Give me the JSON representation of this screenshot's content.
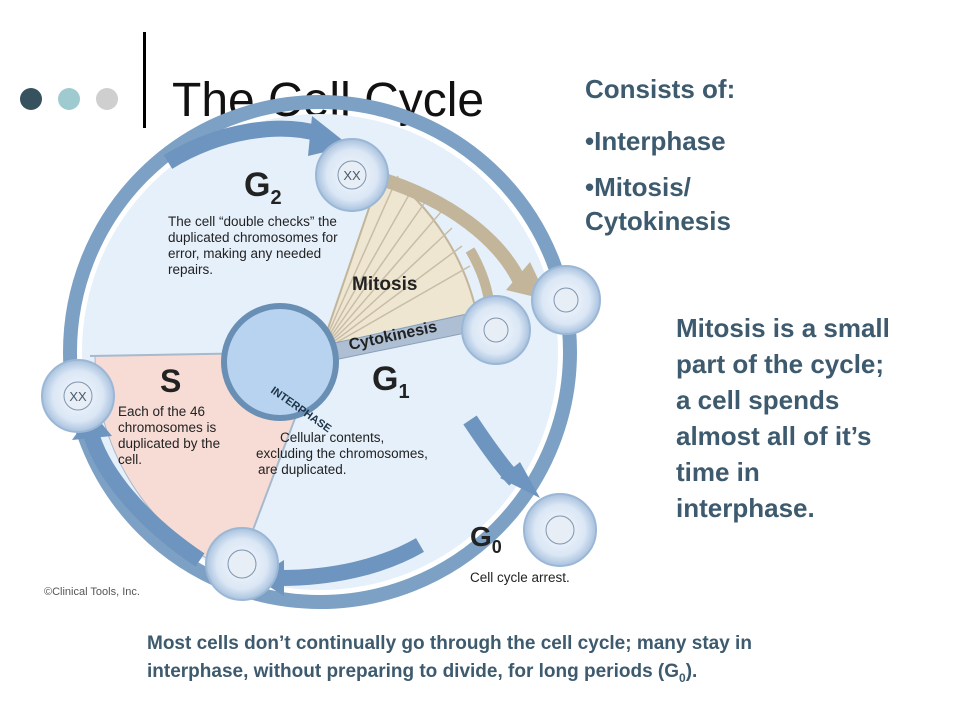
{
  "slide": {
    "title": "The Cell Cycle",
    "dots": [
      {
        "name": "dot-dark",
        "color": "#36525f"
      },
      {
        "name": "dot-teal",
        "color": "#9fcbd0"
      },
      {
        "name": "dot-light",
        "color": "#cfcfcf"
      }
    ]
  },
  "consists": {
    "heading": "Consists of:",
    "items": [
      "•Interphase",
      "•Mitosis/",
      "Cytokinesis"
    ]
  },
  "mitosis_note": {
    "lines": [
      "Mitosis is a small",
      "part of the cycle;",
      "a cell spends",
      "almost all of it’s",
      "time in",
      "interphase."
    ]
  },
  "footnote": {
    "line1": "Most cells don’t continually go through the cell cycle; many stay in",
    "line2": "interphase, without preparing to divide, for long periods (G",
    "sub": "0",
    "end": ")."
  },
  "diagram": {
    "g2_label": "G",
    "g2_sub": "2",
    "g2_desc": [
      "The cell “double checks” the",
      "duplicated chromosomes for",
      "error, making any needed",
      "repairs."
    ],
    "mitosis_label": "Mitosis",
    "cytokinesis_label": "Cytokinesis",
    "interphase_label": "INTERPHASE",
    "s_label": "S",
    "s_desc": [
      "Each of the 46",
      "chromosomes is",
      "duplicated by the",
      "cell."
    ],
    "g1_label": "G",
    "g1_sub": "1",
    "g1_desc": [
      "Cellular contents,",
      "excluding the chromosomes,",
      "are duplicated."
    ],
    "g0_label": "G",
    "g0_sub": "0",
    "g0_desc": "Cell cycle arrest.",
    "copyright": "©Clinical Tools, Inc.",
    "colors": {
      "ring": "#7da1c4",
      "arrow": "#6e95bf",
      "g_region": "#e6f0fa",
      "s_region": "#f7dcd6",
      "mitosis_region": "#efe6d2",
      "mitosis_arrow": "#c2b59a",
      "nucleus": "#b7d3ef"
    }
  }
}
